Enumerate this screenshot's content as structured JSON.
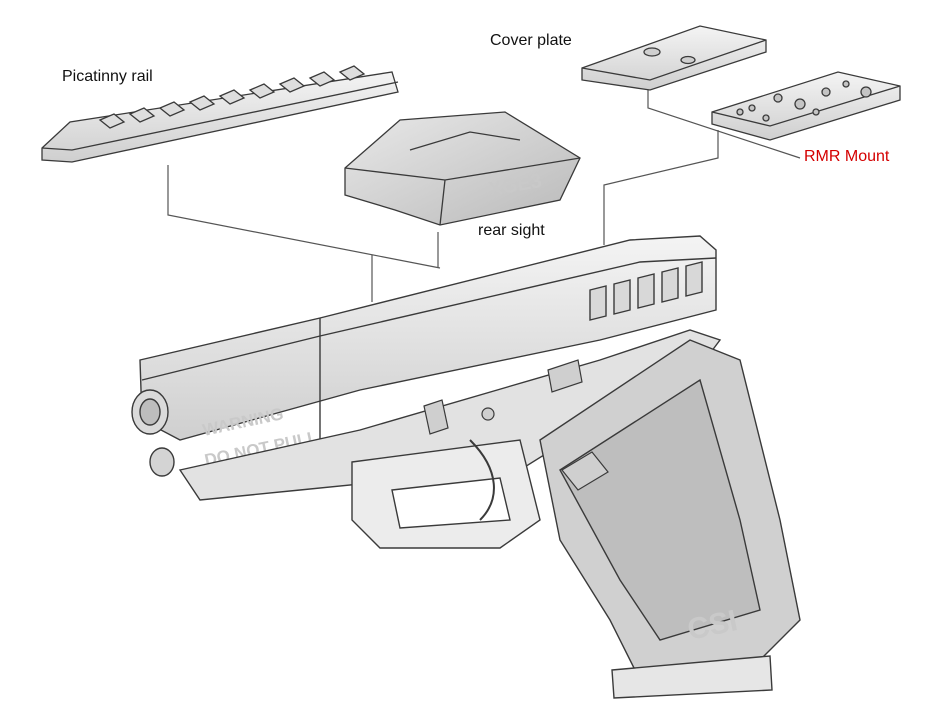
{
  "labels": {
    "picatinny_rail": "Picatinny rail",
    "cover_plate": "Cover plate",
    "rmr_mount": "RMR Mount",
    "rear_sight": "rear sight"
  },
  "engravings": {
    "slide_line1": "WARNING",
    "slide_line2": "DO NOT PULL",
    "sight_logo": "XGE3",
    "grip_logo": "CSI"
  },
  "colors": {
    "label_text": "#111111",
    "rmr_label": "#d40000",
    "outline": "#3a3a3a",
    "part_fill": "#e8e8e8",
    "grip_fill": "#d0d0d0"
  }
}
